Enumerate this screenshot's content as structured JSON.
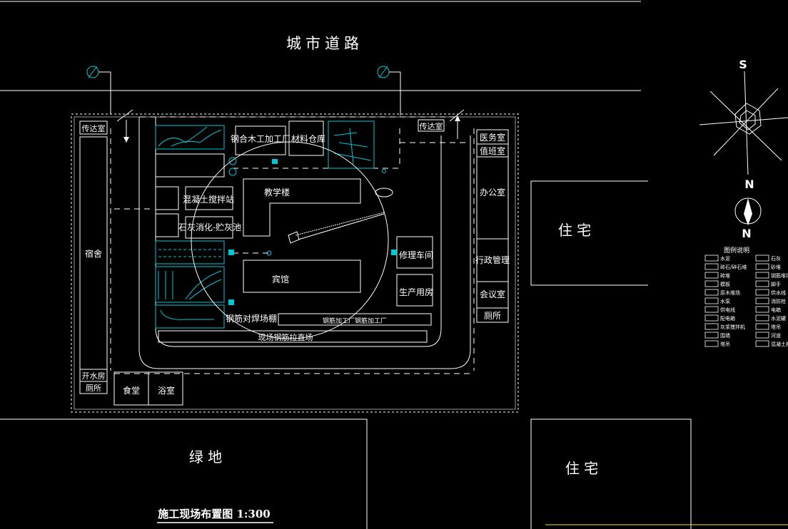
{
  "colors": {
    "background": "#000000",
    "wall": "#ffffff",
    "building": "#00c8d8",
    "fence": "#ffffff"
  },
  "labels": {
    "road": "城市道路",
    "guard_left": "传达室",
    "guard_right": "传达室",
    "dormitory": "宿舍",
    "boiler": "开水房",
    "toilet_left": "厕所",
    "canteen": "食堂",
    "bath": "浴室",
    "woodwork": "钢合木工加工厂",
    "material": "材料仓库",
    "concrete": "混凝土搅拌站",
    "lime": "石灰消化-贮灰池",
    "teaching": "教学楼",
    "hotel": "宾馆",
    "repair": "修理车间",
    "production": "生产用房",
    "weld": "钢筋对焊场棚",
    "rebar_shed": "钢筋加工厂钢筋加工厂",
    "rebar_yard": "现场钢筋拉直场",
    "clinic": "医务室",
    "duty": "值班室",
    "office": "办公室",
    "admin": "行政管理",
    "meeting": "会议室",
    "toilet_right": "厕所",
    "house_1": "住 宅",
    "house_2": "住 宅",
    "green": "绿 地",
    "plan_title": "施工现场布置图  1:300",
    "compass_s": "S",
    "compass_n": "N",
    "compass_n2": "N",
    "legend_title": "图例说明"
  },
  "legend": [
    {
      "left": "水泥",
      "right": "石灰"
    },
    {
      "left": "砖石/碎石堆",
      "right": "砂堆"
    },
    {
      "left": "砖堆",
      "right": "钢筋堆场"
    },
    {
      "left": "模板",
      "right": "脚手"
    },
    {
      "left": "原木堆场",
      "right": "供水线"
    },
    {
      "left": "水泵",
      "right": "消防栓"
    },
    {
      "left": "供电线",
      "right": "电箱"
    },
    {
      "left": "配电箱",
      "right": "水泥罐"
    },
    {
      "left": "灰浆搅拌机",
      "right": "塔吊"
    },
    {
      "left": "围墙",
      "right": "河道"
    },
    {
      "left": "塔吊",
      "right": "混凝土机"
    }
  ]
}
